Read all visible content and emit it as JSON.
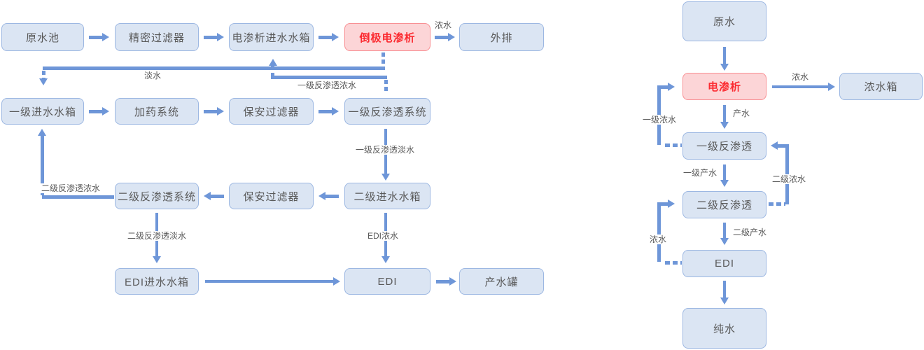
{
  "colors": {
    "node_fill": "#dbe5f3",
    "node_border": "#9cb7e2",
    "red_fill": "#fcd5d7",
    "red_border": "#f88f93",
    "red_text": "#fb2b31",
    "flow_blue": "#6e96d8",
    "text_gray": "#595959"
  },
  "left_diagram": {
    "nodes": {
      "raw_water_pool": "原水池",
      "precision_filter": "精密过滤器",
      "ed_feed_tank": "电渗析进水水箱",
      "edr": "倒极电渗析",
      "discharge": "外排",
      "stage1_feed_tank": "一级进水水箱",
      "dosing_system": "加药系统",
      "security_filter_1": "保安过滤器",
      "ro1_system": "一级反渗透系统",
      "ro2_system": "二级反渗透系统",
      "security_filter_2": "保安过滤器",
      "stage2_feed_tank": "二级进水水箱",
      "edi_feed_tank": "EDI进水水箱",
      "edi": "EDI",
      "product_tank": "产水罐"
    },
    "flow_labels": {
      "concentrate": "浓水",
      "fresh_water": "淡水",
      "ro1_concentrate": "一级反渗透浓水",
      "ro1_permeate": "一级反渗透淡水",
      "ro2_concentrate": "二级反渗透浓水",
      "ro2_permeate": "二级反渗透淡水",
      "edi_concentrate": "EDI浓水"
    }
  },
  "right_diagram": {
    "nodes": {
      "raw_water": "原水",
      "ed": "电渗析",
      "concentrate_tank": "浓水箱",
      "ro1": "一级反渗透",
      "ro2": "二级反渗透",
      "edi": "EDI",
      "pure_water": "纯水"
    },
    "flow_labels": {
      "concentrate": "浓水",
      "product": "产水",
      "stage1_concentrate": "一级浓水",
      "stage1_product": "一级产水",
      "stage2_concentrate": "二级浓水",
      "stage2_product": "二级产水",
      "edi_concentrate": "浓水"
    }
  }
}
